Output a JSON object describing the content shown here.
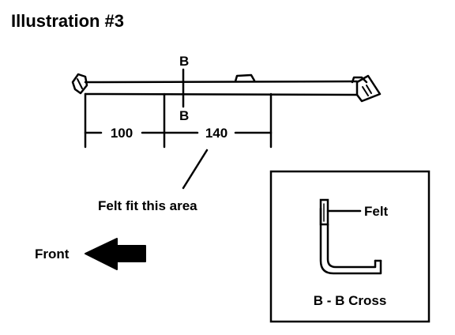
{
  "title": "Illustration #3",
  "section_marker_top": "B",
  "section_marker_bottom": "B",
  "dimensions": {
    "left": "100",
    "right": "140"
  },
  "callout": "Felt fit this area",
  "direction_label": "Front",
  "inset": {
    "felt_label": "Felt",
    "caption": "B - B Cross"
  },
  "colors": {
    "ink": "#000000",
    "paper": "#ffffff"
  }
}
